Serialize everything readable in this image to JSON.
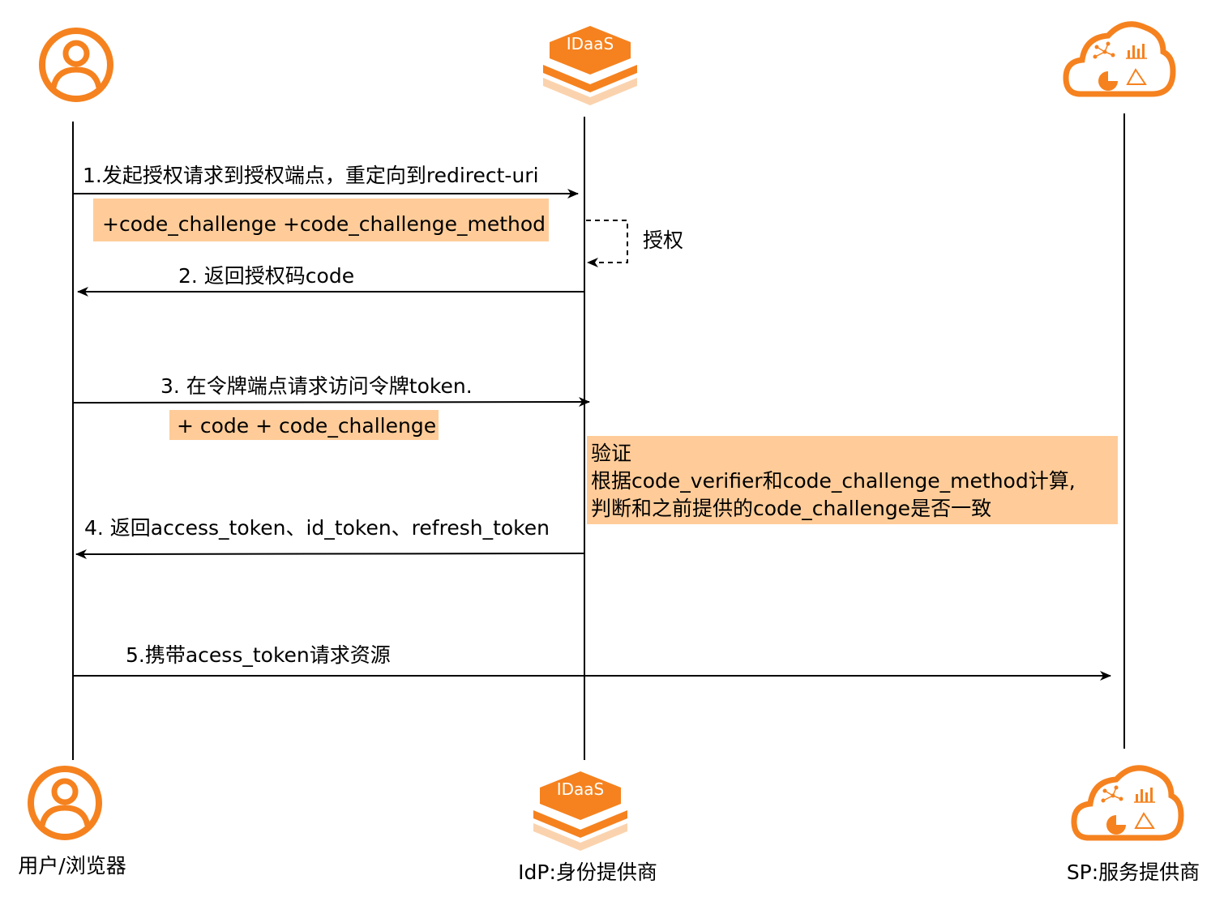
{
  "participants": {
    "user": {
      "label": "用户/浏览器",
      "icon": "user-icon"
    },
    "idp": {
      "label": "IdP:身份提供商",
      "icon": "idaas-logo-icon",
      "logo_text": "IDaaS"
    },
    "sp": {
      "label": "SP:服务提供商",
      "icon": "cloud-service-icon"
    }
  },
  "messages": {
    "m1": "1.发起授权请求到授权端点，重定向到redirect-uri",
    "m1_note": "+code_challenge +code_challenge_method",
    "self_auth": "授权",
    "m2": "2. 返回授权码code",
    "m3": "3. 在令牌端点请求访问令牌token.",
    "m3_note": "+ code + code_challenge",
    "verify_line1": "验证",
    "verify_line2": "根据code_verifier和code_challenge_method计算,",
    "verify_line3": "判断和之前提供的code_challenge是否一致",
    "m4": "4. 返回access_token、id_token、refresh_token",
    "m5": "5.携带acess_token请求资源"
  },
  "colors": {
    "accent": "#F5821F",
    "note_fill": "#FFCC99",
    "line": "#000000"
  }
}
